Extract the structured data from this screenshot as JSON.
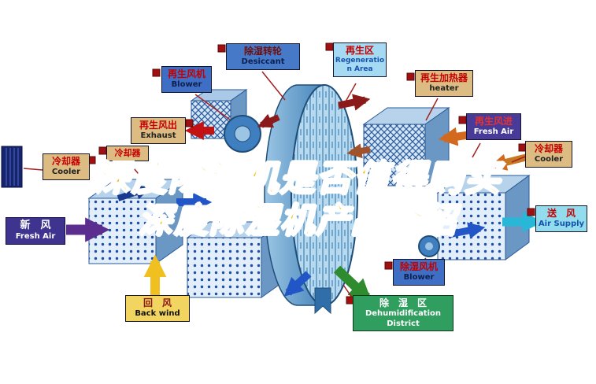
{
  "watermark": {
    "line1": "深度除湿机是否值得购买",
    "line2": "深度除湿机产品介绍"
  },
  "labels": {
    "desiccant": {
      "zh": "除湿转轮",
      "en": "Desiccant"
    },
    "regen_area": {
      "zh": "再生区",
      "en": "Regeneration Area"
    },
    "regen_blower": {
      "zh": "再生风机",
      "en": "Blower"
    },
    "regen_heater": {
      "zh": "再生加热器",
      "en": "heater"
    },
    "exhaust": {
      "zh": "再生风出",
      "en": "Exhaust"
    },
    "regen_fresh_air": {
      "zh": "再生风进",
      "en": "Fresh Air"
    },
    "cooler_left": {
      "zh": "冷却器",
      "en": "Cooler"
    },
    "cooler_mid": {
      "zh": "冷却器"
    },
    "cooler_right": {
      "zh": "冷却器",
      "en": "Cooler"
    },
    "fresh_air": {
      "zh": "新　风",
      "en": "Fresh Air"
    },
    "air_supply": {
      "zh": "送　风",
      "en": "Air Supply"
    },
    "back_wind": {
      "zh": "回　风",
      "en": "Back wind"
    },
    "dehum_blower": {
      "zh": "除湿风机",
      "en": "Blower"
    },
    "dehum_district": {
      "zh": "除　湿　区",
      "en": "Dehumidification District"
    }
  },
  "palette": {
    "watermark_gold": "#f5c00a",
    "drum_blue": "#3f7fbf",
    "label_tan": "#dcbc82",
    "label_blue": "#3f6fc4",
    "label_green": "#2f9e5e",
    "label_purple": "#3f3390",
    "label_cyan": "#92dcee",
    "label_yellow": "#f2d561",
    "callout_red": "#a01010"
  }
}
